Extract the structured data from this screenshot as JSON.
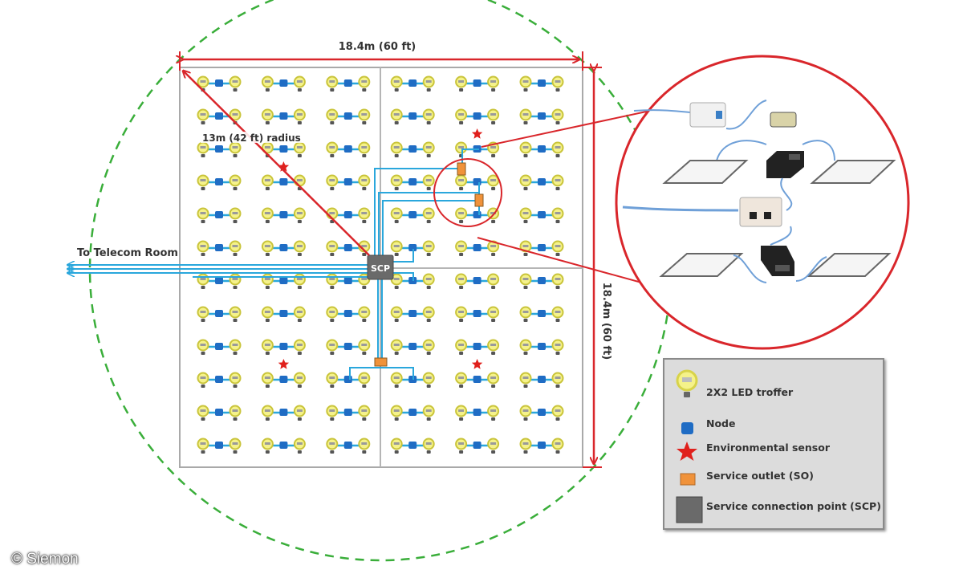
{
  "diagram": {
    "title": "Digital ceiling zone cabling layout",
    "dimensions": {
      "width_label": "18.4m (60 ft)",
      "height_label": "18.4m (60 ft)",
      "radius_label": "13m (42 ft) radius"
    },
    "telecom_label": "To Telecom Room",
    "scp_label": "SCP",
    "grid": {
      "columns": 6,
      "rows": 12,
      "sensor_cells": [
        [
          1,
          3
        ],
        [
          4,
          2
        ],
        [
          1,
          9
        ],
        [
          4,
          9
        ]
      ]
    },
    "colors": {
      "troffer": "#e8e45a",
      "node": "#1f6cc4",
      "cable": "#2aa7dc",
      "sensor": "#e0201c",
      "service_outlet": "#f0923a",
      "scp": "#6a6a6a",
      "dimension_line": "#d9262b",
      "coverage_circle": "#3aae3a"
    }
  },
  "legend": {
    "items": [
      {
        "icon": "bulb-icon",
        "label": "2X2 LED troffer"
      },
      {
        "icon": "node-icon",
        "label": "Node"
      },
      {
        "icon": "star-icon",
        "label": "Environmental sensor"
      },
      {
        "icon": "service-outlet-icon",
        "label": "Service outlet (SO)"
      },
      {
        "icon": "scp-icon",
        "label": "Service connection point (SCP)"
      }
    ]
  },
  "copyright": "© Siemon"
}
